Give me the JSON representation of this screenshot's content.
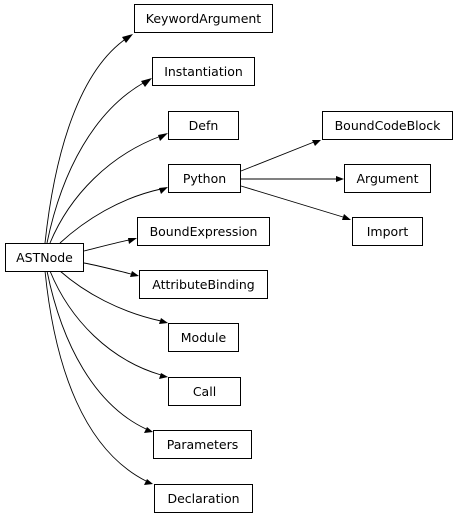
{
  "diagram": {
    "nodes": {
      "astnode": "ASTNode",
      "keyword_argument": "KeywordArgument",
      "instantiation": "Instantiation",
      "defn": "Defn",
      "python": "Python",
      "bound_expression": "BoundExpression",
      "attribute_binding": "AttributeBinding",
      "module": "Module",
      "call": "Call",
      "parameters": "Parameters",
      "declaration": "Declaration",
      "bound_code_block": "BoundCodeBlock",
      "argument": "Argument",
      "import": "Import"
    },
    "edges": [
      {
        "from": "ASTNode",
        "to": "KeywordArgument"
      },
      {
        "from": "ASTNode",
        "to": "Instantiation"
      },
      {
        "from": "ASTNode",
        "to": "Defn"
      },
      {
        "from": "ASTNode",
        "to": "Python"
      },
      {
        "from": "ASTNode",
        "to": "BoundExpression"
      },
      {
        "from": "ASTNode",
        "to": "AttributeBinding"
      },
      {
        "from": "ASTNode",
        "to": "Module"
      },
      {
        "from": "ASTNode",
        "to": "Call"
      },
      {
        "from": "ASTNode",
        "to": "Parameters"
      },
      {
        "from": "ASTNode",
        "to": "Declaration"
      },
      {
        "from": "Python",
        "to": "BoundCodeBlock"
      },
      {
        "from": "Python",
        "to": "Argument"
      },
      {
        "from": "Python",
        "to": "Import"
      }
    ]
  }
}
